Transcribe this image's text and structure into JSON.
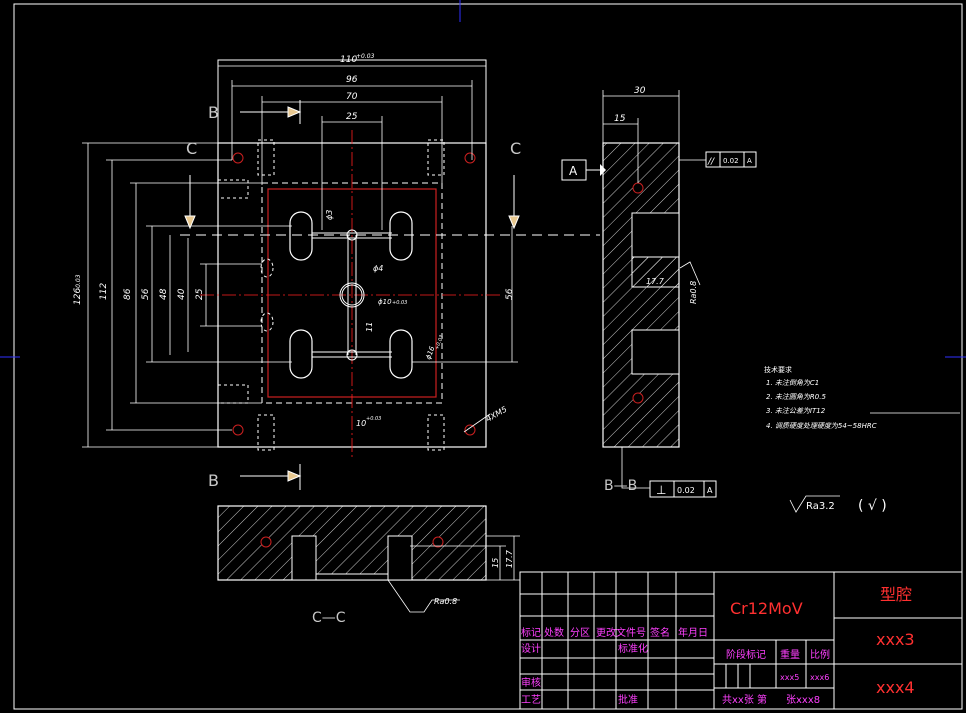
{
  "colors": {
    "background": "#000000",
    "line": "#ffffff",
    "hidden_line": "#ffffff",
    "center_line": "#ff2020",
    "cooling_line": "#cc2020",
    "dimension": "#ffffff",
    "arrow": "#e8c890",
    "title_red": "#ff3030",
    "title_magenta": "#ff40ff",
    "crosshair": "#3030ff",
    "section_label": "#c8c8c8"
  },
  "top_view": {
    "dim_width_total": "110",
    "dim_width_total_tol": "+0.03",
    "dim_96": "96",
    "dim_70": "70",
    "dim_25": "25",
    "dim_height_total": "126",
    "dim_height_total_tol": "-0.03",
    "dim_112": "112",
    "dim_86": "86",
    "dim_56_left": "56",
    "dim_48": "48",
    "dim_40": "40",
    "dim_25_v": "25",
    "dim_56_right": "56",
    "dim_phi3": "ϕ3",
    "dim_phi4": "ϕ4",
    "dim_phi10": "ϕ10",
    "dim_phi10_tol": "+0.03",
    "dim_11": "11",
    "dim_10": "10",
    "dim_10_tol": "+0.03",
    "dim_phi16": "ϕ16",
    "dim_phi16_tol": "+0.03",
    "thread_label": "4XM5",
    "section_B": "B",
    "section_C": "C"
  },
  "side_view": {
    "dim_30": "30",
    "dim_15": "15",
    "dim_17_7": "17.7",
    "roughness": "Ra0.8",
    "datum_label": "A",
    "parallel_symbol": "//",
    "parallel_tol": "0.02",
    "parallel_ref": "A",
    "section_label": "B—B",
    "perp_symbol": "⊥",
    "perp_tol": "0.02",
    "perp_ref": "A"
  },
  "section_view": {
    "dim_15": "15",
    "dim_17_7": "17.7",
    "roughness": "Ra0.8",
    "label": "C—C"
  },
  "tech_notes": {
    "title": "技术要求",
    "items": [
      "1. 未注倒角为C1",
      "2. 未注圆角为R0.5",
      "3. 未注公差为IT12",
      "4. 调质硬度处理硬度为54~58HRC"
    ]
  },
  "surface_finish": {
    "value": "Ra3.2",
    "other": "( √ )"
  },
  "title_block": {
    "material": "Cr12MoV",
    "part_name": "型腔",
    "drawing_no": "xxx3",
    "company": "xxx4",
    "row1": [
      "标记",
      "处数",
      "分区",
      "更改文件号",
      "签名",
      "年月日"
    ],
    "design": "设计",
    "standard": "标准化",
    "stage": "阶段标记",
    "weight": "重量",
    "scale": "比例",
    "weight_val": "xxx5",
    "scale_val": "xxx6",
    "review": "审核",
    "process": "工艺",
    "approve": "批准",
    "sheets": "共xx张 第",
    "sheet_val": "张xxx8"
  }
}
